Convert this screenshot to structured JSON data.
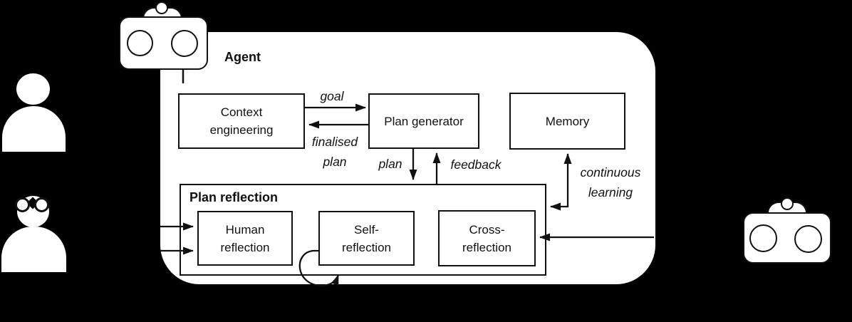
{
  "colors": {
    "background": "#000000",
    "panel": "#ffffff",
    "stroke": "#111111",
    "text": "#111111"
  },
  "agent": {
    "title": "Agent",
    "boxes": {
      "context_engineering": {
        "line1": "Context",
        "line2": "engineering"
      },
      "plan_generator": {
        "label": "Plan generator"
      },
      "memory": {
        "label": "Memory"
      }
    },
    "plan_reflection": {
      "title": "Plan reflection",
      "children": {
        "human_reflection": {
          "line1": "Human",
          "line2": "reflection"
        },
        "self_reflection": {
          "line1": "Self-",
          "line2": "reflection"
        },
        "cross_reflection": {
          "line1": "Cross-",
          "line2": "reflection"
        }
      }
    },
    "edges": {
      "goal": {
        "label": "goal"
      },
      "finalised_plan": {
        "line1": "finalised",
        "line2": "plan"
      },
      "plan": {
        "label": "plan"
      },
      "feedback": {
        "label": "feedback"
      },
      "continuous_learning": {
        "line1": "continuous",
        "line2": "learning"
      }
    }
  },
  "icons": {
    "top_left": "robot-icon",
    "right": "robot-icon",
    "upper_left": "person-icon",
    "lower_left": "person-glasses-icon"
  }
}
